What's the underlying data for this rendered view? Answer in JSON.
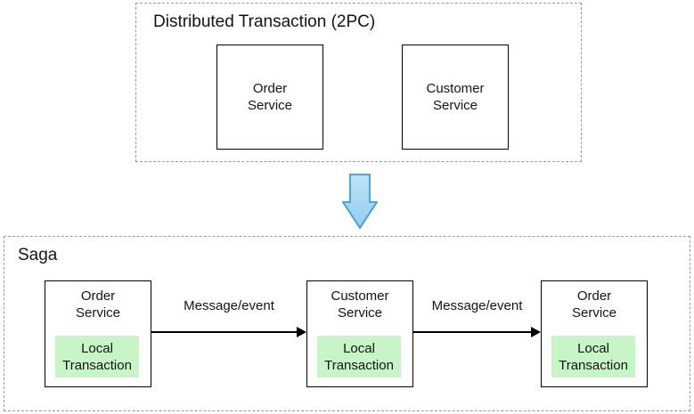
{
  "twopc": {
    "title": "Distributed Transaction (2PC)",
    "services": [
      {
        "line1": "Order",
        "line2": "Service"
      },
      {
        "line1": "Customer",
        "line2": "Service"
      }
    ]
  },
  "transition": {
    "icon": "down-arrow"
  },
  "saga": {
    "title": "Saga",
    "nodes": [
      {
        "line1": "Order",
        "line2": "Service",
        "local": {
          "line1": "Local",
          "line2": "Transaction"
        }
      },
      {
        "line1": "Customer",
        "line2": "Service",
        "local": {
          "line1": "Local",
          "line2": "Transaction"
        }
      },
      {
        "line1": "Order",
        "line2": "Service",
        "local": {
          "line1": "Local",
          "line2": "Transaction"
        }
      }
    ],
    "edges": [
      {
        "label": "Message/event"
      },
      {
        "label": "Message/event"
      }
    ]
  },
  "colors": {
    "background": "#ffffff",
    "box_border": "#000000",
    "dashed_border": "#9a9a9a",
    "local_transaction_fill": "#c8f5c8",
    "down_arrow_fill": "#a9d6f2",
    "down_arrow_stroke": "#3d9cd8",
    "edge_color": "#000000"
  }
}
